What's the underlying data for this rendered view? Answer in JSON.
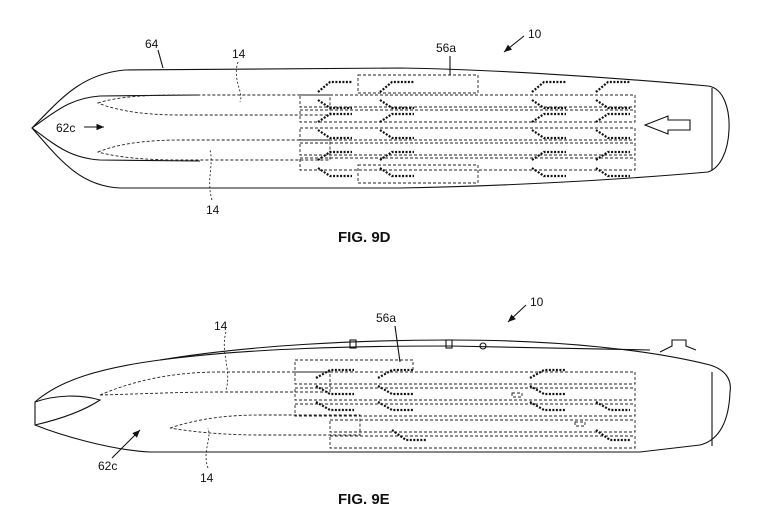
{
  "fig_9d": {
    "caption": "FIG. 9D",
    "labels": {
      "assembly": "10",
      "hull": "64",
      "payload_top": "14",
      "payload_bottom": "14",
      "module": "56a",
      "bay": "62c"
    }
  },
  "fig_9e": {
    "caption": "FIG. 9E",
    "labels": {
      "assembly": "10",
      "payload_top": "14",
      "payload_bottom": "14",
      "module": "56a",
      "bay": "62c"
    }
  }
}
